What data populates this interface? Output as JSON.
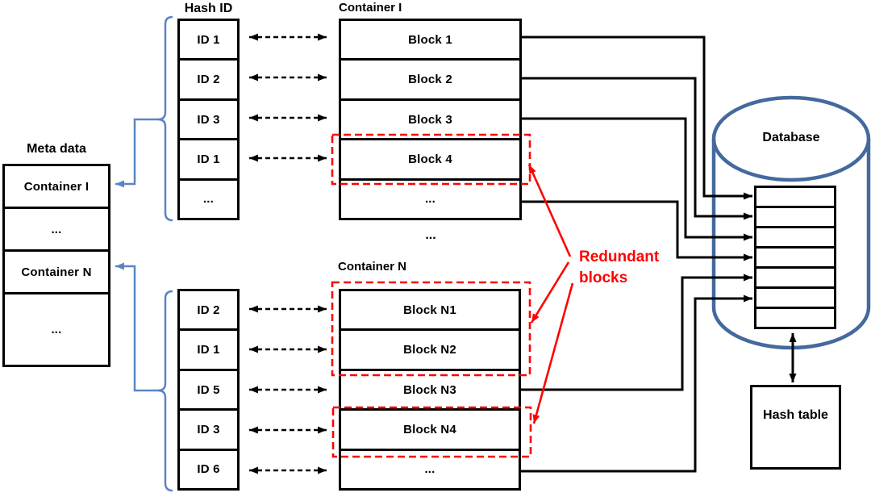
{
  "meta": {
    "title": "Meta data",
    "rows": [
      "Container I",
      "...",
      "Container N",
      "..."
    ]
  },
  "hashTop": {
    "title": "Hash ID",
    "rows": [
      "ID 1",
      "ID 2",
      "ID 3",
      "ID 1",
      "..."
    ]
  },
  "hashBottom": {
    "rows": [
      "ID 2",
      "ID 1",
      "ID 5",
      "ID 3",
      "ID 6"
    ]
  },
  "containerTop": {
    "title": "Container I",
    "rows": [
      "Block 1",
      "Block 2",
      "Block 3",
      "Block 4",
      "..."
    ]
  },
  "containerBottom": {
    "title": "Container N",
    "rows": [
      "Block N1",
      "Block N2",
      "Block N3",
      "Block N4",
      "..."
    ]
  },
  "midEllipsis": "...",
  "database": {
    "title": "Database",
    "table_row_count": 7
  },
  "hashTable": {
    "title": "Hash table"
  },
  "redundant": {
    "line1": "Redundant",
    "line2": "blocks"
  },
  "colors": {
    "cylinder_blue": "#44699d",
    "bracket_blue": "#5b84c4",
    "alert_red": "#fe0000",
    "line_black": "#000000"
  }
}
